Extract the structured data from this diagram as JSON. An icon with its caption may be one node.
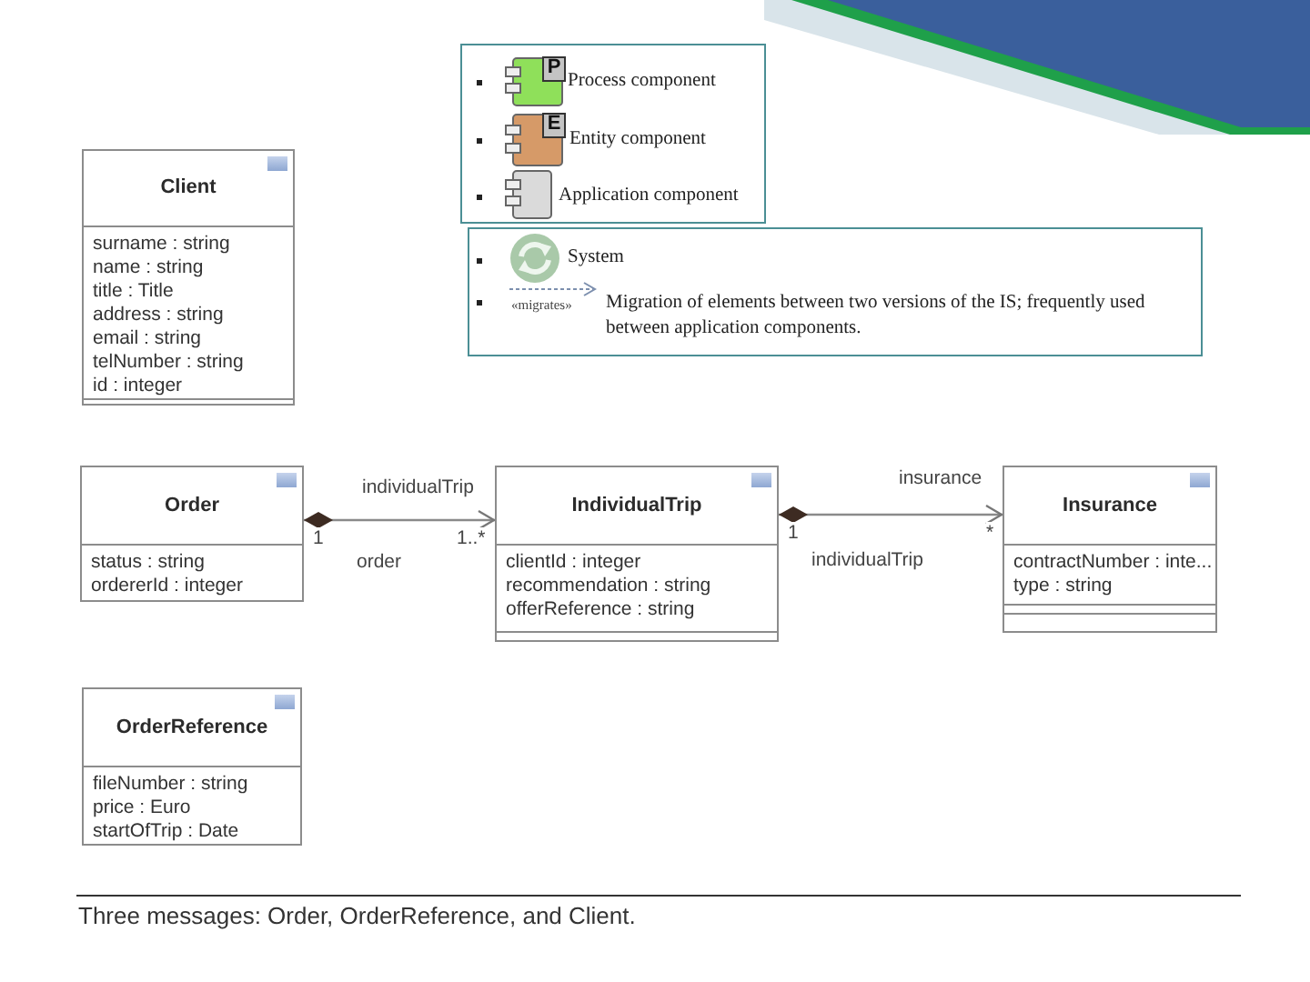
{
  "diagram": {
    "caption": "Three messages: Order, OrderReference, and Client.",
    "nodes": [
      {
        "text": [
          "Client",
          "surname : string",
          "name : string",
          "title : Title",
          "address : string",
          "email : string",
          "telNumber : string",
          "id : integer"
        ]
      },
      {
        "text": [
          "Order",
          "status : string",
          "ordererId : integer"
        ]
      },
      {
        "text": [
          "IndividualTrip",
          "clientId : integer",
          "recommendation : string",
          "offerReference : string"
        ]
      },
      {
        "text": [
          "Insurance",
          "contractNumber : inte...",
          "type : string"
        ]
      },
      {
        "text": [
          "OrderReference",
          "fileNumber : string",
          "price : Euro",
          "startOfTrip : Date"
        ]
      }
    ],
    "edges": [
      {
        "from": 1,
        "to": 2,
        "arrow": "to",
        "label": "individualTrip"
      },
      {
        "from": 2,
        "to": 3,
        "arrow": "to",
        "label": "insurance"
      }
    ],
    "labels": [
      "P",
      "E",
      "«migrates»",
      "1",
      "1..*",
      "1",
      "*",
      "order",
      "individualTrip"
    ],
    "legend": [
      {
        "text": "Process component"
      },
      {
        "text": "Entity component"
      },
      {
        "text": "Application component"
      },
      {
        "text": "System"
      },
      {
        "text": "Migration of elements between two versions of the IS; frequently used between application components."
      }
    ]
  }
}
